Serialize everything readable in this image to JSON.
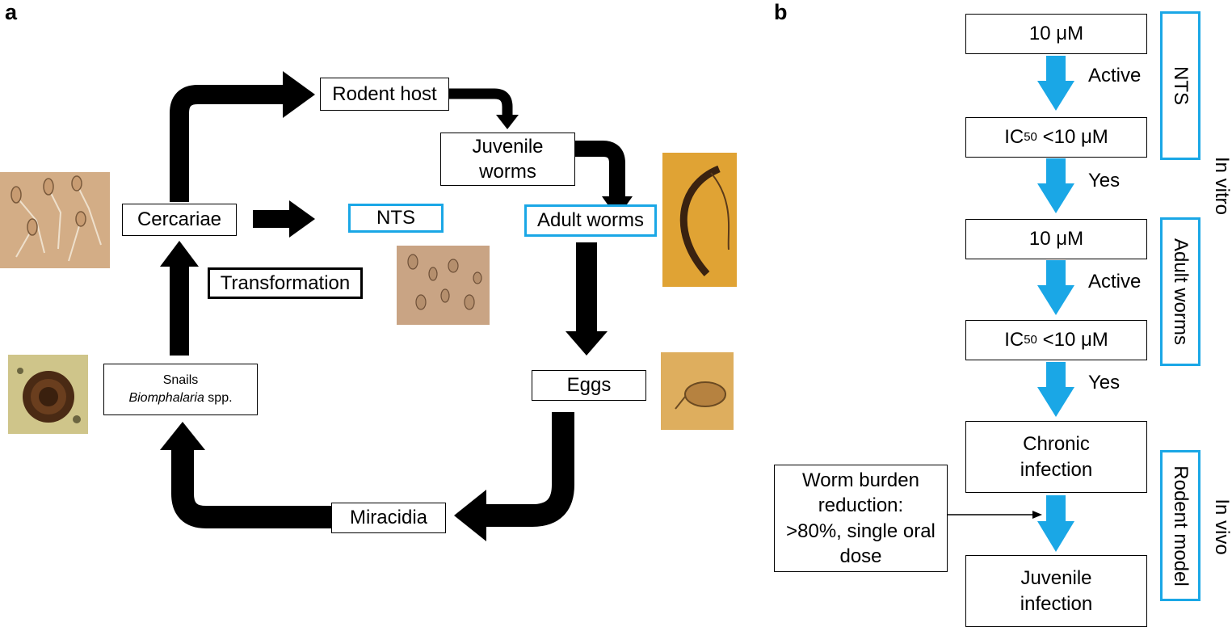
{
  "panel_a": {
    "label": "a",
    "nodes": {
      "rodent_host": "Rodent host",
      "juvenile_worms": "Juvenile\nworms",
      "adult_worms": "Adult worms",
      "eggs": "Eggs",
      "miracidia": "Miracidia",
      "snails_line1": "Snails",
      "snails_genus": "Biomphalaria",
      "snails_spp": " spp.",
      "cercariae": "Cercariae",
      "nts": "NTS",
      "transformation": "Transformation"
    },
    "photos": [
      "cercariae-photo",
      "nts-photo",
      "adult-worm-photo",
      "egg-photo",
      "snail-photo"
    ]
  },
  "panel_b": {
    "label": "b",
    "steps": {
      "nts_screen": "10 μM",
      "nts_ic50_pre": "IC",
      "nts_ic50_sub": "50",
      "nts_ic50_post": " <10 μM",
      "adult_screen": "10 μM",
      "adult_ic50_pre": "IC",
      "adult_ic50_sub": "50",
      "adult_ic50_post": " <10 μM",
      "chronic": "Chronic\ninfection",
      "juvenile": "Juvenile\ninfection",
      "worm_burden": "Worm burden\nreduction:\n>80%, single oral\ndose"
    },
    "arrow_labels": {
      "a1": "Active",
      "a2": "Yes",
      "a3": "Active",
      "a4": "Yes"
    },
    "side_boxes": {
      "nts": "NTS",
      "adult_worms": "Adult worms",
      "rodent_model": "Rodent model"
    },
    "side_notes": {
      "in_vitro": "In vitro",
      "in_vivo": "In vivo"
    },
    "colors": {
      "accent_blue": "#1aa7e6",
      "arrow_black": "#000000"
    }
  }
}
